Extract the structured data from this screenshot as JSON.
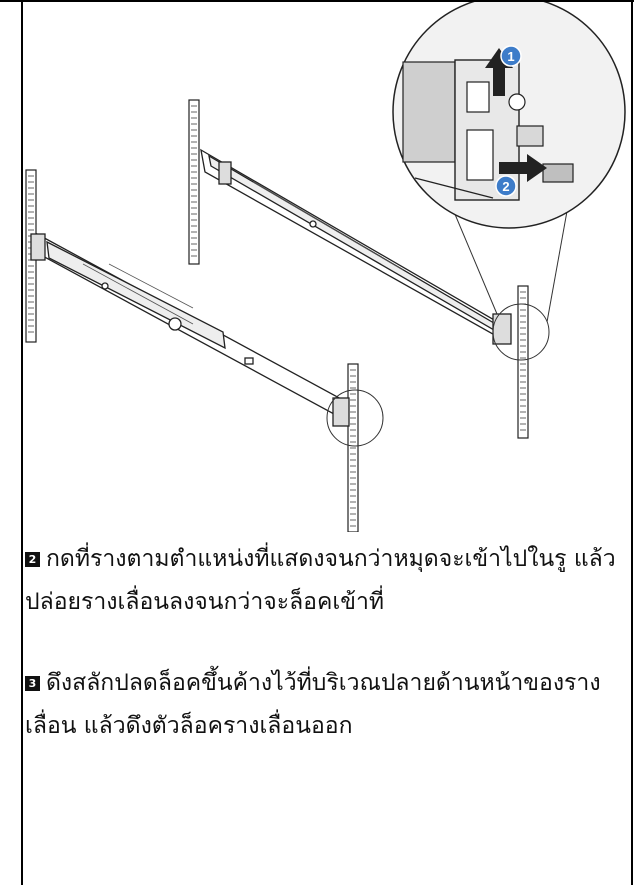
{
  "callouts": {
    "one": "1",
    "two": "2"
  },
  "steps": [
    {
      "number": "2",
      "text": "กดที่รางตามตำแหน่งที่แสดงจนกว่าหมุดจะเข้าไปในรู แล้วปล่อยรางเลื่อนลงจนกว่าจะล็อคเข้าที่"
    },
    {
      "number": "3",
      "text": "ดึงสลักปลดล็อคขึ้นค้างไว้ที่บริเวณปลายด้านหน้าของรางเลื่อน แล้วดึงตัวล็อครางเลื่อนออก"
    }
  ]
}
